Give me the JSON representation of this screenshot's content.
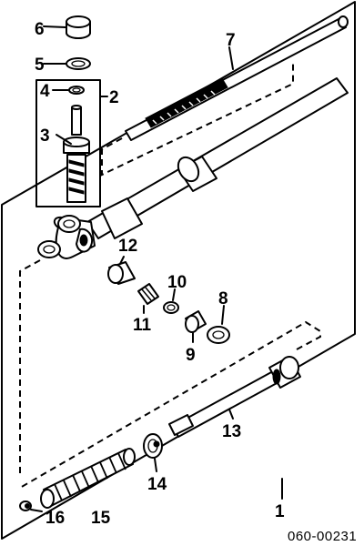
{
  "diagram": {
    "callouts": {
      "p1": "1",
      "p2": "2",
      "p3": "3",
      "p4": "4",
      "p5": "5",
      "p6": "6",
      "p7": "7",
      "p8": "8",
      "p9": "9",
      "p10": "10",
      "p11": "11",
      "p12": "12",
      "p13": "13",
      "p14": "14",
      "p15": "15",
      "p16": "16"
    },
    "catalog_code": "060-00231"
  }
}
